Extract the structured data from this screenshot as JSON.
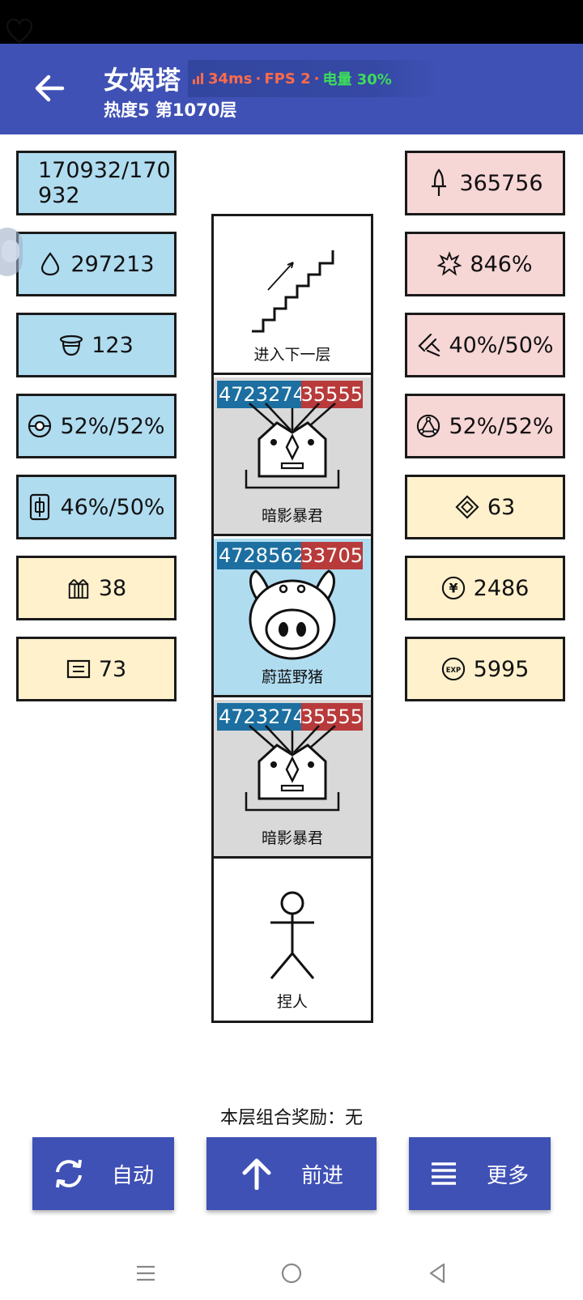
{
  "app": {
    "title": "女娲塔",
    "subtitle": "热度5 第1070层",
    "perf": {
      "ping": "34ms",
      "fps": "FPS 2",
      "battery": "电量 30%"
    }
  },
  "left_stats": [
    {
      "icon": "heart-icon",
      "value": "170932/170932",
      "color": "blue"
    },
    {
      "icon": "drop-icon",
      "value": "297213",
      "color": "blue"
    },
    {
      "icon": "helmet-icon",
      "value": "123",
      "color": "blue"
    },
    {
      "icon": "shield-eye-icon",
      "value": "52%/52%",
      "color": "blue"
    },
    {
      "icon": "rune-icon",
      "value": "46%/50%",
      "color": "blue"
    },
    {
      "icon": "gift-box-icon",
      "value": "38",
      "color": "cream"
    },
    {
      "icon": "card-icon",
      "value": "73",
      "color": "cream"
    }
  ],
  "right_stats": [
    {
      "icon": "sword-icon",
      "value": "365756",
      "color": "pink"
    },
    {
      "icon": "burst-icon",
      "value": "846%",
      "color": "pink"
    },
    {
      "icon": "slash-icon",
      "value": "40%/50%",
      "color": "pink"
    },
    {
      "icon": "triangle-circle-icon",
      "value": "52%/52%",
      "color": "pink"
    },
    {
      "icon": "diamond-icon",
      "value": "63",
      "color": "cream"
    },
    {
      "icon": "yen-coin-icon",
      "value": "2486",
      "color": "cream"
    },
    {
      "icon": "exp-icon",
      "value": "5995",
      "color": "cream"
    }
  ],
  "tower": [
    {
      "type": "stairs",
      "label": "进入下一层"
    },
    {
      "type": "monster",
      "label": "暗影暴君",
      "atk": "4723274",
      "def": "35555"
    },
    {
      "type": "pig",
      "label": "蔚蓝野猪",
      "atk": "4728562",
      "def": "33705"
    },
    {
      "type": "monster",
      "label": "暗影暴君",
      "atk": "4723274",
      "def": "35555"
    },
    {
      "type": "person",
      "label": "捏人"
    }
  ],
  "reward_text": "本层组合奖励：无",
  "buttons": {
    "auto": "自动",
    "forward": "前进",
    "more": "更多"
  },
  "colors": {
    "primary": "#3f51b5",
    "stat_blue": "#b0dcf0",
    "stat_pink": "#f7d6d6",
    "stat_cream": "#fff1cc",
    "monster_grey": "#d9d9d9",
    "atk_blue": "#1c6fa0",
    "def_red": "#b83a3a"
  }
}
